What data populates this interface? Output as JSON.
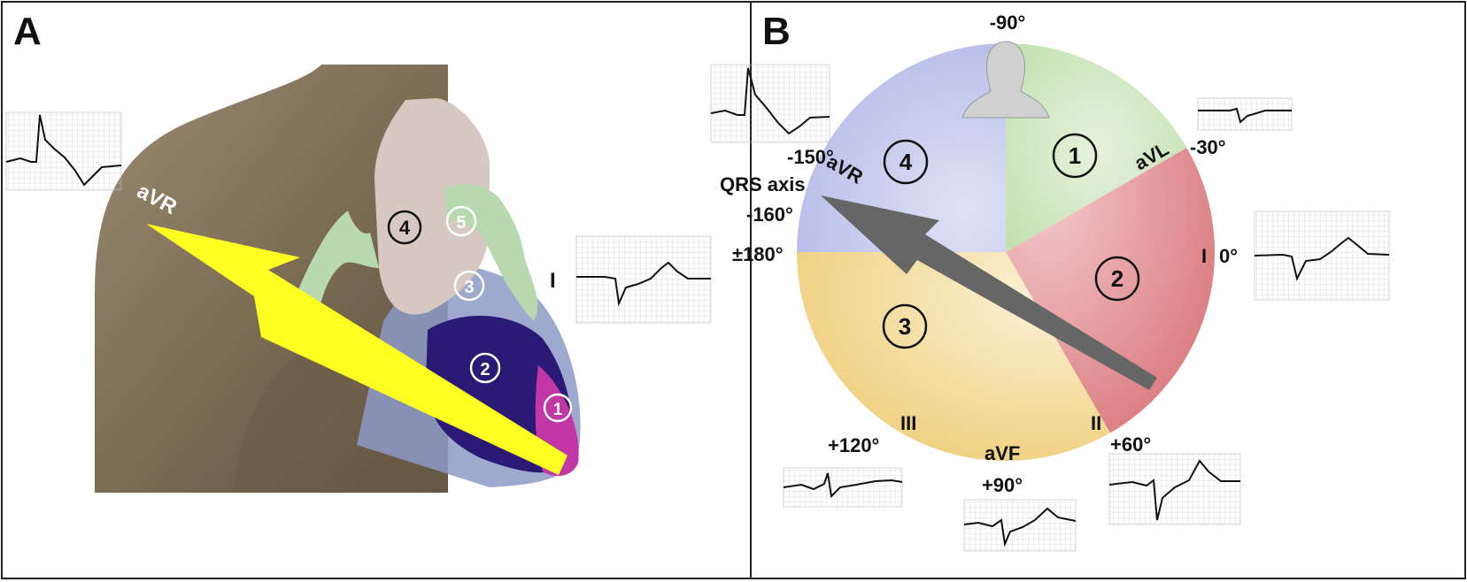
{
  "panel_a": {
    "letter": "A",
    "lead_avr": "aVR",
    "lead_i": "I",
    "regions": [
      "1",
      "2",
      "3",
      "4",
      "5"
    ]
  },
  "panel_b": {
    "letter": "B",
    "angles": {
      "minus90": "-90°",
      "minus30": "-30°",
      "zero": "0°",
      "plus60": "+60°",
      "plus90": "+90°",
      "plus120": "+120°",
      "pm180": "±180°",
      "minus150": "-150°",
      "minus160": "-160°"
    },
    "leads": {
      "avl": "aVL",
      "i": "I",
      "ii": "II",
      "avf": "aVF",
      "iii": "III",
      "avr": "aVR"
    },
    "qrs_axis": "QRS axis",
    "sectors": [
      "1",
      "2",
      "3",
      "4"
    ],
    "colors": {
      "sector1": "#cfe8c2",
      "sector2": "#e9a3a6",
      "sector3": "#f3dfa6",
      "sector4": "#c4c9ec",
      "arrow": "#666666"
    }
  },
  "colors": {
    "yellow_arrow": "#ffff22",
    "skin": "#8a7a62",
    "ecg_grid": "#bbbbbb"
  }
}
